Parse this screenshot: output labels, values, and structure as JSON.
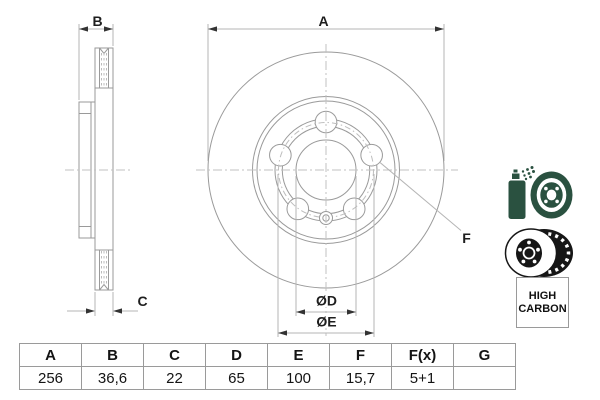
{
  "drawing": {
    "dimension_labels": {
      "a": "A",
      "b": "B",
      "c": "C",
      "d": "ØD",
      "e": "ØE",
      "f": "F"
    }
  },
  "icons": {
    "coated_disc": "spray-can-coating-disc-icon",
    "vented_disc": "vented-brake-disc-icon"
  },
  "colors": {
    "icon_green": "#2a5140",
    "icon_black": "#161616",
    "line_gray": "#9a9a9a"
  },
  "high_carbon": {
    "lines": [
      "HIGH",
      "CARBON"
    ]
  },
  "spec_table": {
    "headers": [
      "A",
      "B",
      "C",
      "D",
      "E",
      "F",
      "F(x)",
      "G"
    ],
    "values": [
      "256",
      "36,6",
      "22",
      "65",
      "100",
      "15,7",
      "5+1",
      ""
    ]
  }
}
